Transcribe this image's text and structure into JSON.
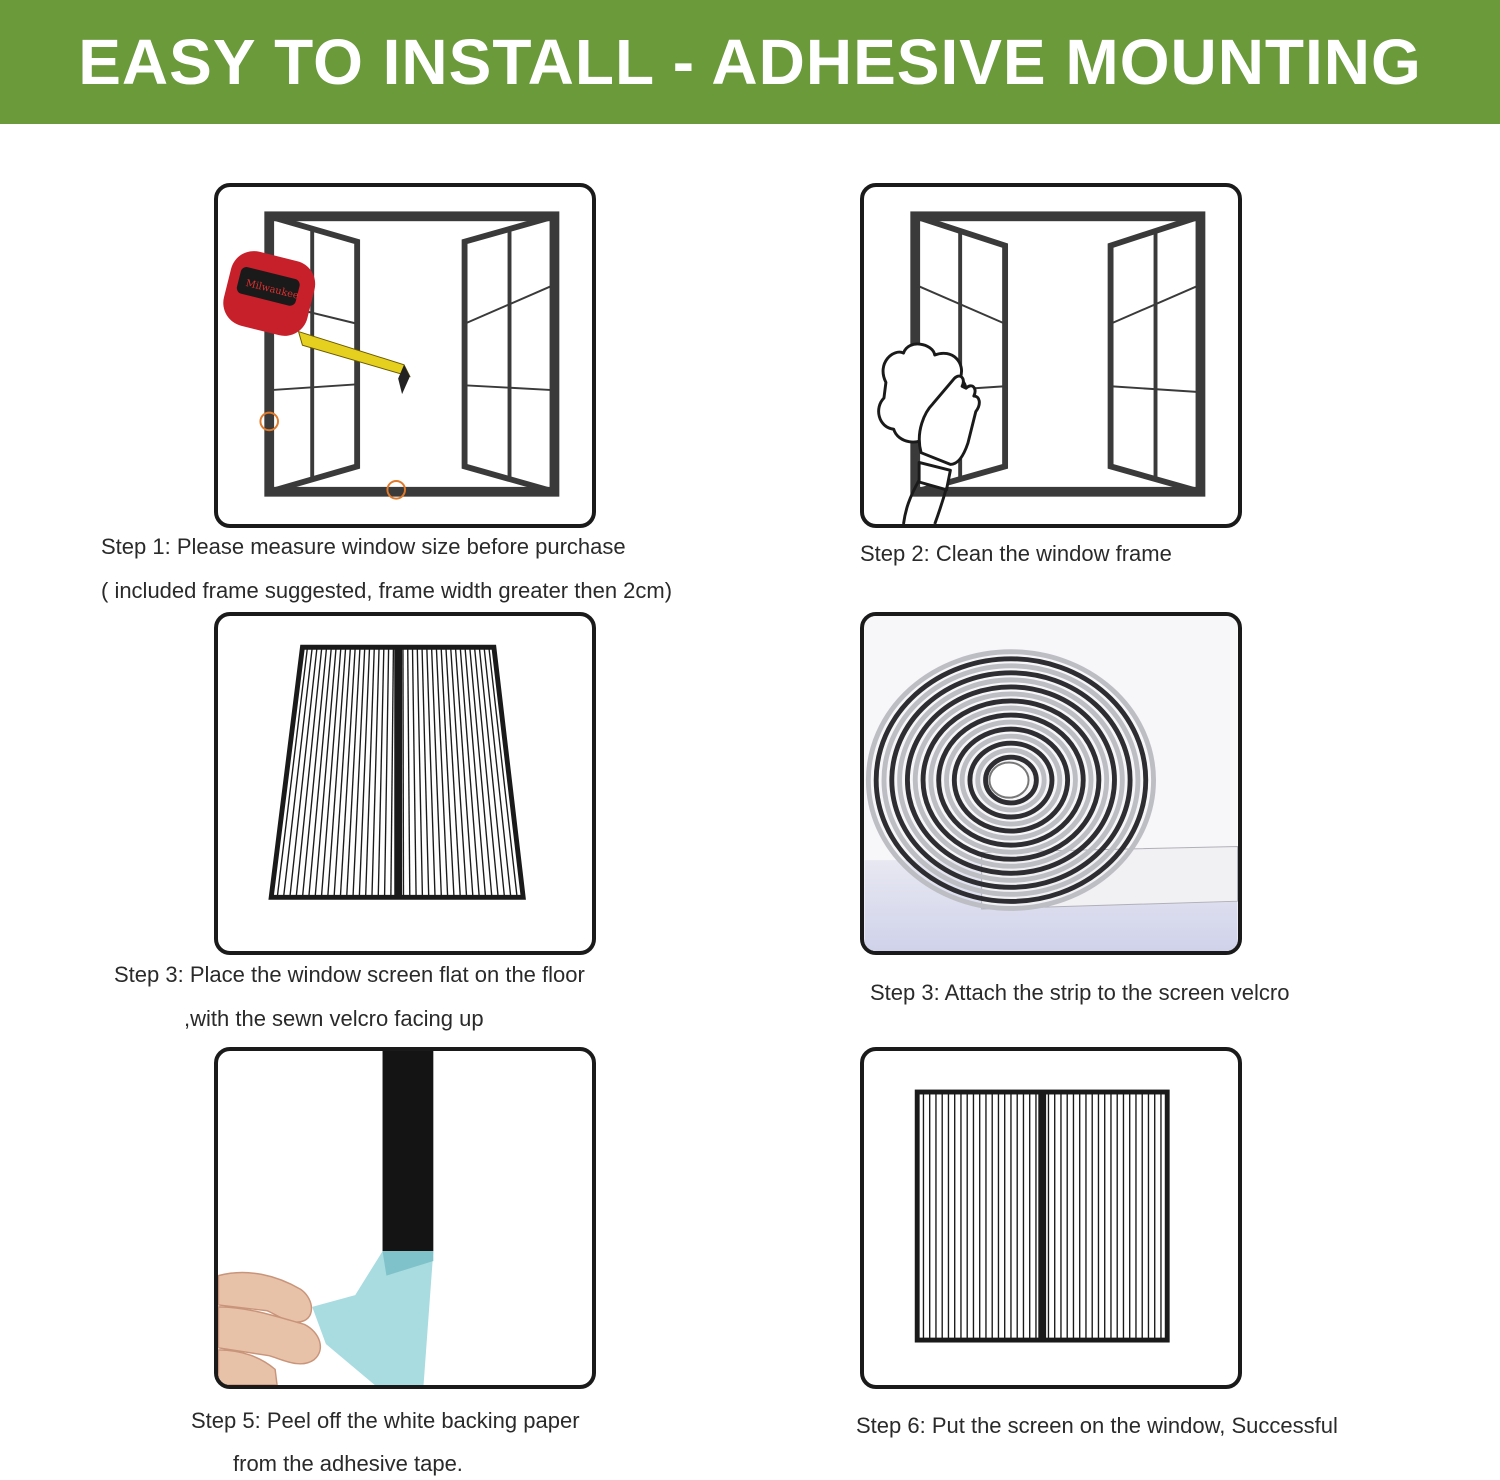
{
  "banner": {
    "title": "EASY TO INSTALL - ADHESIVE MOUNTING",
    "color": "#6b9a3b"
  },
  "steps": [
    {
      "line1": "Step 1: Please measure window size before purchase",
      "line2": "( included frame suggested, frame width greater then 2cm)"
    },
    {
      "line1": "Step 2: Clean the window frame"
    },
    {
      "line1": "Step 3: Place the window screen flat on the floor",
      "line2": ",with the sewn velcro facing up"
    },
    {
      "line1": "Step 3: Attach the strip to the screen velcro"
    },
    {
      "line1": "Step 5: Peel off the white backing paper",
      "line2": "from the adhesive tape."
    },
    {
      "line1": "Step 6: Put the screen on the window, Successful"
    }
  ],
  "illustrations": {
    "step1": [
      "window-frame",
      "tape-measure-icon"
    ],
    "step2": [
      "window-frame",
      "gloved-hand-cleaning-icon"
    ],
    "step3": [
      "folded-screen"
    ],
    "step4": [
      "velcro-roll"
    ],
    "step5": [
      "tape-strip",
      "fingers-peeling"
    ],
    "step6": [
      "installed-screen"
    ]
  },
  "accent_colors": {
    "tape_measure": "#c8202a",
    "backing_paper": "#a8dce0",
    "circle_marker": "#e07a2a"
  }
}
